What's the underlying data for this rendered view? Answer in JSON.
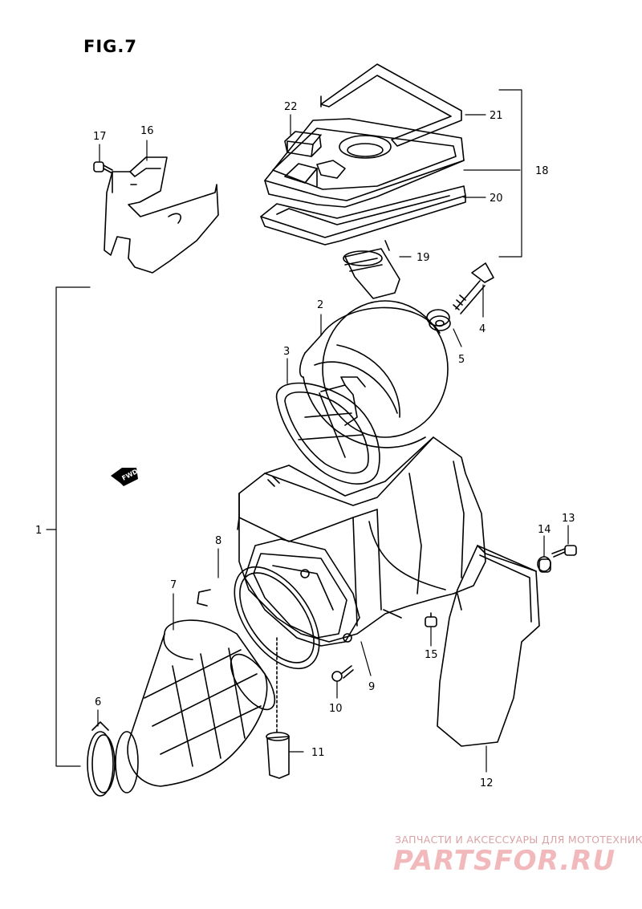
{
  "figure": {
    "title": "FIG.7"
  },
  "fwd_label": "FWD",
  "callouts": {
    "c1": "1",
    "c2": "2",
    "c3": "3",
    "c4": "4",
    "c5": "5",
    "c6": "6",
    "c7": "7",
    "c8": "8",
    "c9": "9",
    "c10": "10",
    "c11": "11",
    "c12": "12",
    "c13": "13",
    "c14": "14",
    "c15": "15",
    "c16": "16",
    "c17": "17",
    "c18": "18",
    "c19": "19",
    "c20": "20",
    "c21": "21",
    "c22": "22"
  },
  "watermark": {
    "tagline": "ЗАПЧАСТИ И АКСЕССУАРЫ ДЛЯ МОТОТЕХНИКИ",
    "logo_text": "PARTSFOR.RU"
  },
  "colors": {
    "line": "#000000",
    "watermark": "#f2b9bc"
  }
}
